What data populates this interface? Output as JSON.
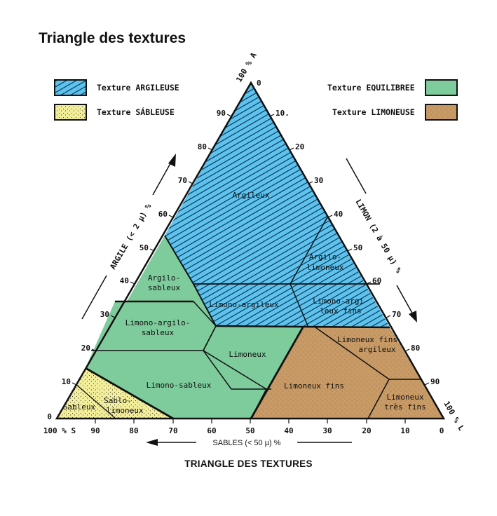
{
  "title": "Triangle des textures",
  "bottom_title": "TRIANGLE DES TEXTURES",
  "legend": [
    {
      "label": "Texture ARGILEUSE",
      "pattern": "hatch",
      "color": "#5cc3ef"
    },
    {
      "label": "Texture SÁBLEUSE",
      "pattern": "dots",
      "color": "#f3ee9a"
    },
    {
      "label": "Texture EQUILIBREE",
      "pattern": "solid",
      "color": "#7ecb9c"
    },
    {
      "label": "Texture LIMONEUSE",
      "pattern": "dots",
      "color": "#c79a66"
    }
  ],
  "axes": {
    "clay": {
      "label": "ARGILE (< 2 µ) %",
      "corner_label": "100 % A",
      "ticks": [
        "0",
        "10",
        "20",
        "30",
        "40",
        "50",
        "60",
        "70",
        "80",
        "90"
      ]
    },
    "silt": {
      "label": "LIMON (2 à 50 µ) %",
      "corner_label": "100 % L",
      "ticks": [
        "0",
        "10.",
        "20",
        "30",
        "40",
        "50",
        "60",
        "70",
        "80",
        "90"
      ]
    },
    "sand": {
      "label": "SABLES (< 50 µ) %",
      "corner_label": "100 % S",
      "ticks": [
        "90",
        "80",
        "70",
        "60",
        "50",
        "40",
        "30",
        "20",
        "10",
        "0"
      ]
    }
  },
  "regions": [
    {
      "name": "Argileux",
      "texture": "argileuse"
    },
    {
      "name": "Argilo-limoneux",
      "texture": "argileuse"
    },
    {
      "name": "Limono-argileux",
      "texture": "argileuse"
    },
    {
      "name": "Limono-argileux fins",
      "texture": "argileuse"
    },
    {
      "name": "Argilo-sableux",
      "texture": "equilibree"
    },
    {
      "name": "Limono-argilo-sableux",
      "texture": "equilibree"
    },
    {
      "name": "Limoneux",
      "texture": "equilibree"
    },
    {
      "name": "Limono-sableux",
      "texture": "equilibree"
    },
    {
      "name": "Sableux",
      "texture": "sableuse"
    },
    {
      "name": "Sablo-limoneux",
      "texture": "sableuse"
    },
    {
      "name": "Limoneux fins argileux",
      "texture": "limoneuse"
    },
    {
      "name": "Limoneux fins",
      "texture": "limoneuse"
    },
    {
      "name": "Limoneux très fins",
      "texture": "limoneuse"
    }
  ],
  "region_labels": {
    "argileux": "Argileux",
    "argilo_limoneux_1": "Argilo-",
    "argilo_limoneux_2": "limoneux",
    "argilo_sableux_1": "Argilo-",
    "argilo_sableux_2": "sableux",
    "limono_argileux": "Limono-argileux",
    "limono_argileux_fins_1": "Limono-argi-",
    "limono_argileux_fins_2": "leux fins",
    "limono_argilo_sableux_1": "Limono-argilo-",
    "limono_argilo_sableux_2": "sableux",
    "limoneux": "Limoneux",
    "limono_sableux": "Limono-sableux",
    "sableux": "Sableux",
    "sablo_limoneux_1": "Sablo-",
    "sablo_limoneux_2": "limoneux",
    "limoneux_fins_argileux_1": "Limoneux fins",
    "limoneux_fins_argileux_2": "argileux",
    "limoneux_fins": "Limoneux fins",
    "limoneux_tres_fins_1": "Limoneux",
    "limoneux_tres_fins_2": "très fins"
  },
  "colors": {
    "argileuse": "#5cc3ef",
    "equilibree": "#7ecb9c",
    "sableuse": "#f3ee9a",
    "limoneuse": "#c79a66",
    "line": "#111111"
  }
}
